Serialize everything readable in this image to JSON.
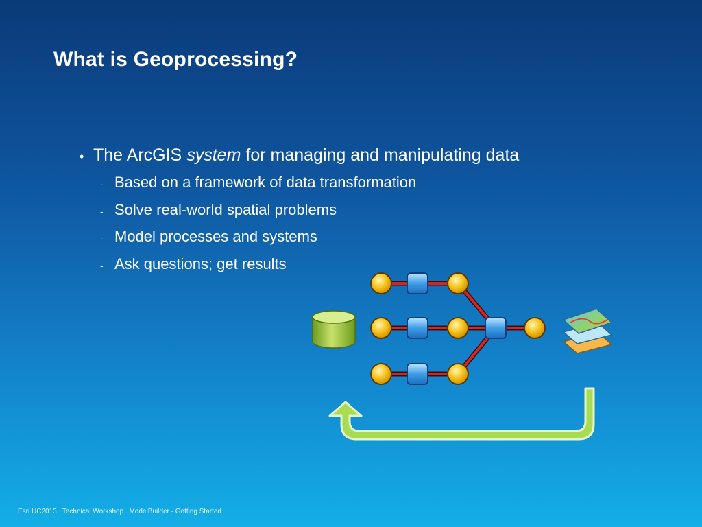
{
  "slide": {
    "title": "What is Geoprocessing?",
    "bullet": {
      "symbol": "•",
      "prefix": "The ArcGIS",
      "emphasis": "system",
      "suffix": "for managing and manipulating data"
    },
    "sub_symbol": "-",
    "sub_bullets": [
      "Based on a framework of data transformation",
      "Solve real-world spatial problems",
      "Model processes and systems",
      "Ask questions; get results"
    ],
    "footer": "Esri UC2013 . Technical Workshop . ModelBuilder - Getting Started"
  },
  "diagram": {
    "icons": [
      "database-icon",
      "model-process-icon",
      "map-layers-icon",
      "return-arrow-icon"
    ],
    "colors": {
      "connector": "#c81e1e",
      "node_yellow": "#f6c21d",
      "node_blue": "#3f9ee6",
      "database": "#97c23c",
      "arrow": "#9fd350"
    }
  }
}
